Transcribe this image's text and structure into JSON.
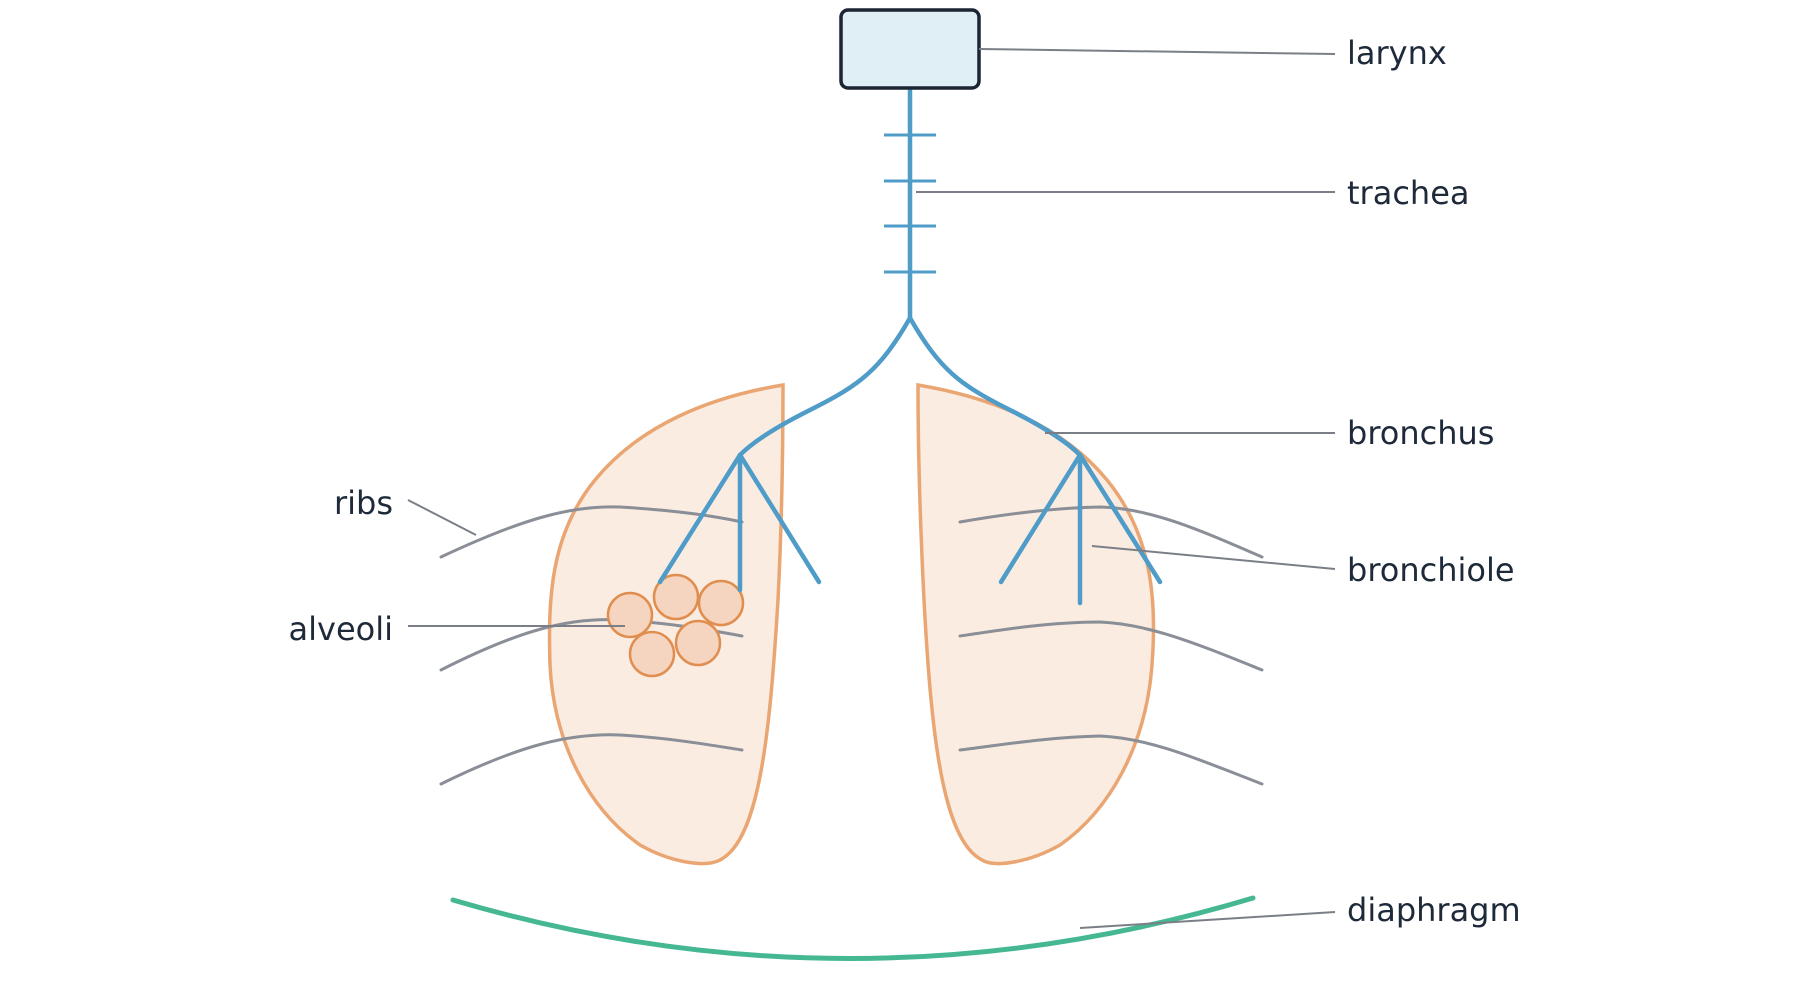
{
  "diagram": {
    "labels": {
      "larynx": "larynx",
      "trachea": "trachea",
      "bronchus": "bronchus",
      "bronchiole": "bronchiole",
      "diaphragm": "diaphragm",
      "ribs": "ribs",
      "alveoli": "alveoli"
    },
    "colors": {
      "airway": "#4f9cc8",
      "lung_fill": "#fbece2",
      "lung_outline": "#e9a673",
      "alveoli": "#f5d5bf",
      "diaphragm": "#45b893",
      "ribs": "#8a8e96",
      "larynx_fill": "#e0eef5"
    }
  }
}
